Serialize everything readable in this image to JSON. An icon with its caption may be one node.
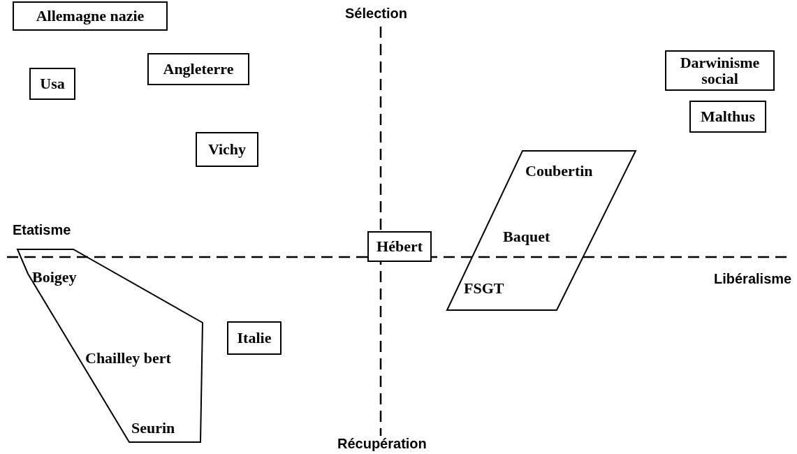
{
  "diagram": {
    "nodes": [
      {
        "text": [
          "Allemagne nazie"
        ]
      },
      {
        "text": [
          "Angleterre"
        ]
      },
      {
        "text": [
          "Darwinisme social"
        ]
      },
      {
        "text": [
          "Usa"
        ]
      },
      {
        "text": [
          "Malthus"
        ]
      },
      {
        "text": [
          "Vichy"
        ]
      },
      {
        "text": [
          "Coubertin",
          "Baquet",
          "FSGT"
        ]
      },
      {
        "text": [
          "Hébert"
        ]
      },
      {
        "text": [
          "Boigey",
          "Chailley bert",
          "Seurin"
        ]
      },
      {
        "text": [
          "Italie"
        ]
      }
    ],
    "edges": [],
    "labels": [
      "Sélection",
      "Etatisme",
      "Libéralisme",
      "Récupération"
    ]
  }
}
